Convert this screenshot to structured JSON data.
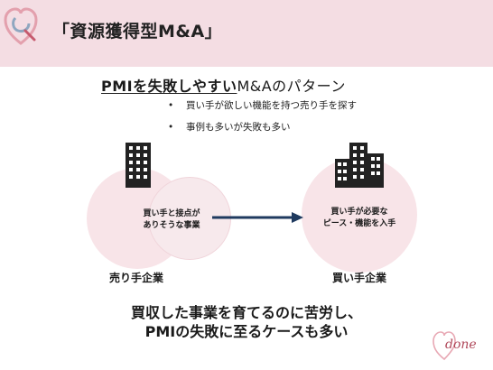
{
  "header": {
    "title": "「資源獲得型M&A」",
    "bg_color": "#f4dde3"
  },
  "logo": {
    "icon": "heart-q-logo-icon"
  },
  "subtitle": {
    "emphasis": "PMIを失敗しやすい",
    "rest": "M&Aのパターン"
  },
  "bullets": [
    "買い手が欲しい機能を持つ売り手を探す",
    "事例も多いが失敗も多い"
  ],
  "diagram": {
    "overlap_text": [
      "買い手と接点が",
      "ありそうな事業"
    ],
    "buyer_text": [
      "買い手が必要な",
      "ピース・機能を入手"
    ],
    "seller_label": "売り手企業",
    "buyer_label": "買い手企業",
    "circle_color": "#f8e4e8",
    "arrow_color": "#1f3a5f"
  },
  "conclusion": [
    "買収した事業を育てるのに苦労し、",
    "PMIの失敗に至るケースも多い"
  ],
  "footer": {
    "brand": "done"
  }
}
